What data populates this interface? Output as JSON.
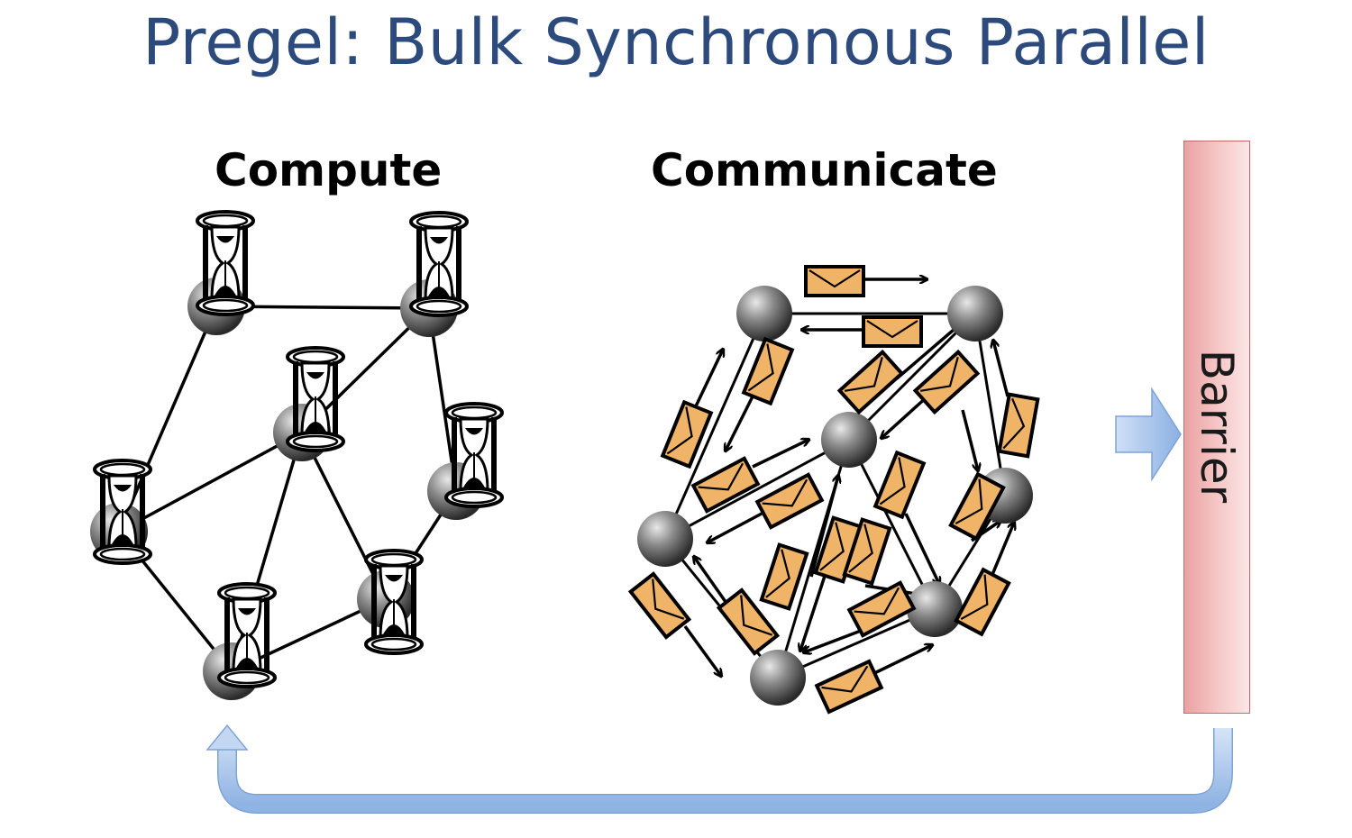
{
  "title": "Pregel: Bulk Synchronous Parallel",
  "phases": {
    "compute": "Compute",
    "communicate": "Communicate"
  },
  "barrier": {
    "label": "Barrier"
  },
  "colors": {
    "title": "#2c4a7c",
    "barrier_fill": "#f6c9c9",
    "envelope": "#efb468",
    "arrow": "#a7c4ea"
  },
  "icons": {
    "compute_node": "hourglass-icon",
    "message": "envelope-icon"
  }
}
